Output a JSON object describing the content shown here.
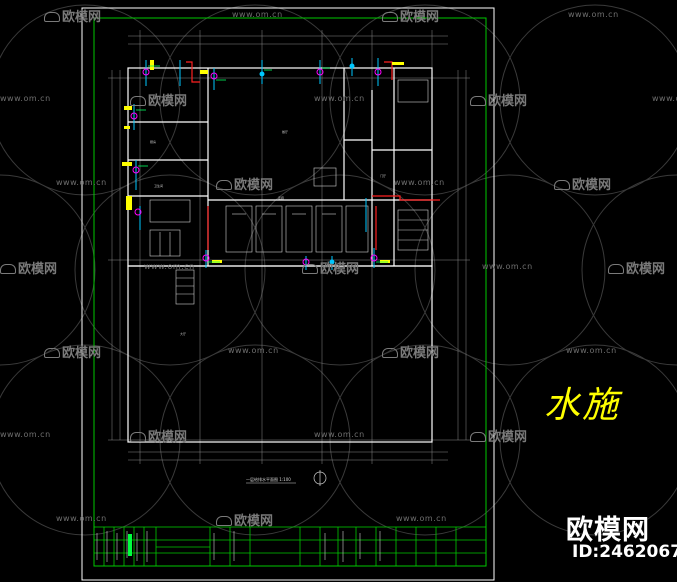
{
  "drawing": {
    "sheet_label": "水施",
    "plan_title": "一层给排水平面图 1:100",
    "room_labels": [
      "餐厅",
      "厨房",
      "走廊",
      "大厅",
      "卫生间",
      "门厅"
    ],
    "colors": {
      "background": "#000000",
      "frame": "#00c800",
      "walls": "#ffffff",
      "grid": "#8a8a8a",
      "pipe_cold": "#00c8ff",
      "pipe_hot": "#ff2020",
      "pipe_drain": "#ffff00",
      "pipe_fixture": "#ff00ff",
      "watermark": "#7a7a7a"
    }
  },
  "watermark": {
    "url_text": "www.om.cn",
    "logo_text": "欧模网"
  },
  "brand": {
    "name": "欧模网",
    "id_label": "ID:2462067"
  }
}
